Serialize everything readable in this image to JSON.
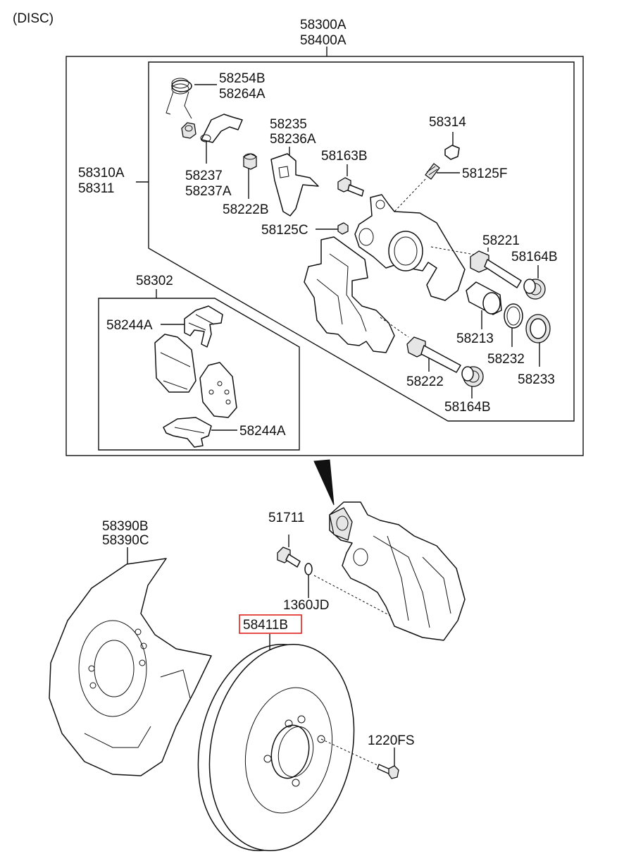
{
  "section_title": "(DISC)",
  "highlight_color": "#e0201b",
  "labels": {
    "caliper_assy_1": "58300A",
    "caliper_assy_2": "58400A",
    "spring_1": "58254B",
    "spring_2": "58264A",
    "bracket_clip_1": "58237",
    "bracket_clip_2": "58237A",
    "bushing": "58222B",
    "sensor_clip_1": "58235",
    "sensor_clip_2": "58236A",
    "bolt_top": "58163B",
    "cap": "58314",
    "bleeder": "58125F",
    "caliper_body_1": "58310A",
    "caliper_body_2": "58311",
    "bleeder_small": "58125C",
    "guide_pin_upper": "58221",
    "boot_upper": "58164B",
    "piston": "58213",
    "piston_seal": "58232",
    "piston_boot": "58233",
    "guide_pin_lower": "58222",
    "boot_lower": "58164B",
    "pad_kit": "58302",
    "shim_upper": "58244A",
    "shim_lower": "58244A",
    "bolt_mount": "51711",
    "washer": "1360JD",
    "dust_cover_1": "58390B",
    "dust_cover_2": "58390C",
    "disc": "58411B",
    "screw": "1220FS"
  }
}
